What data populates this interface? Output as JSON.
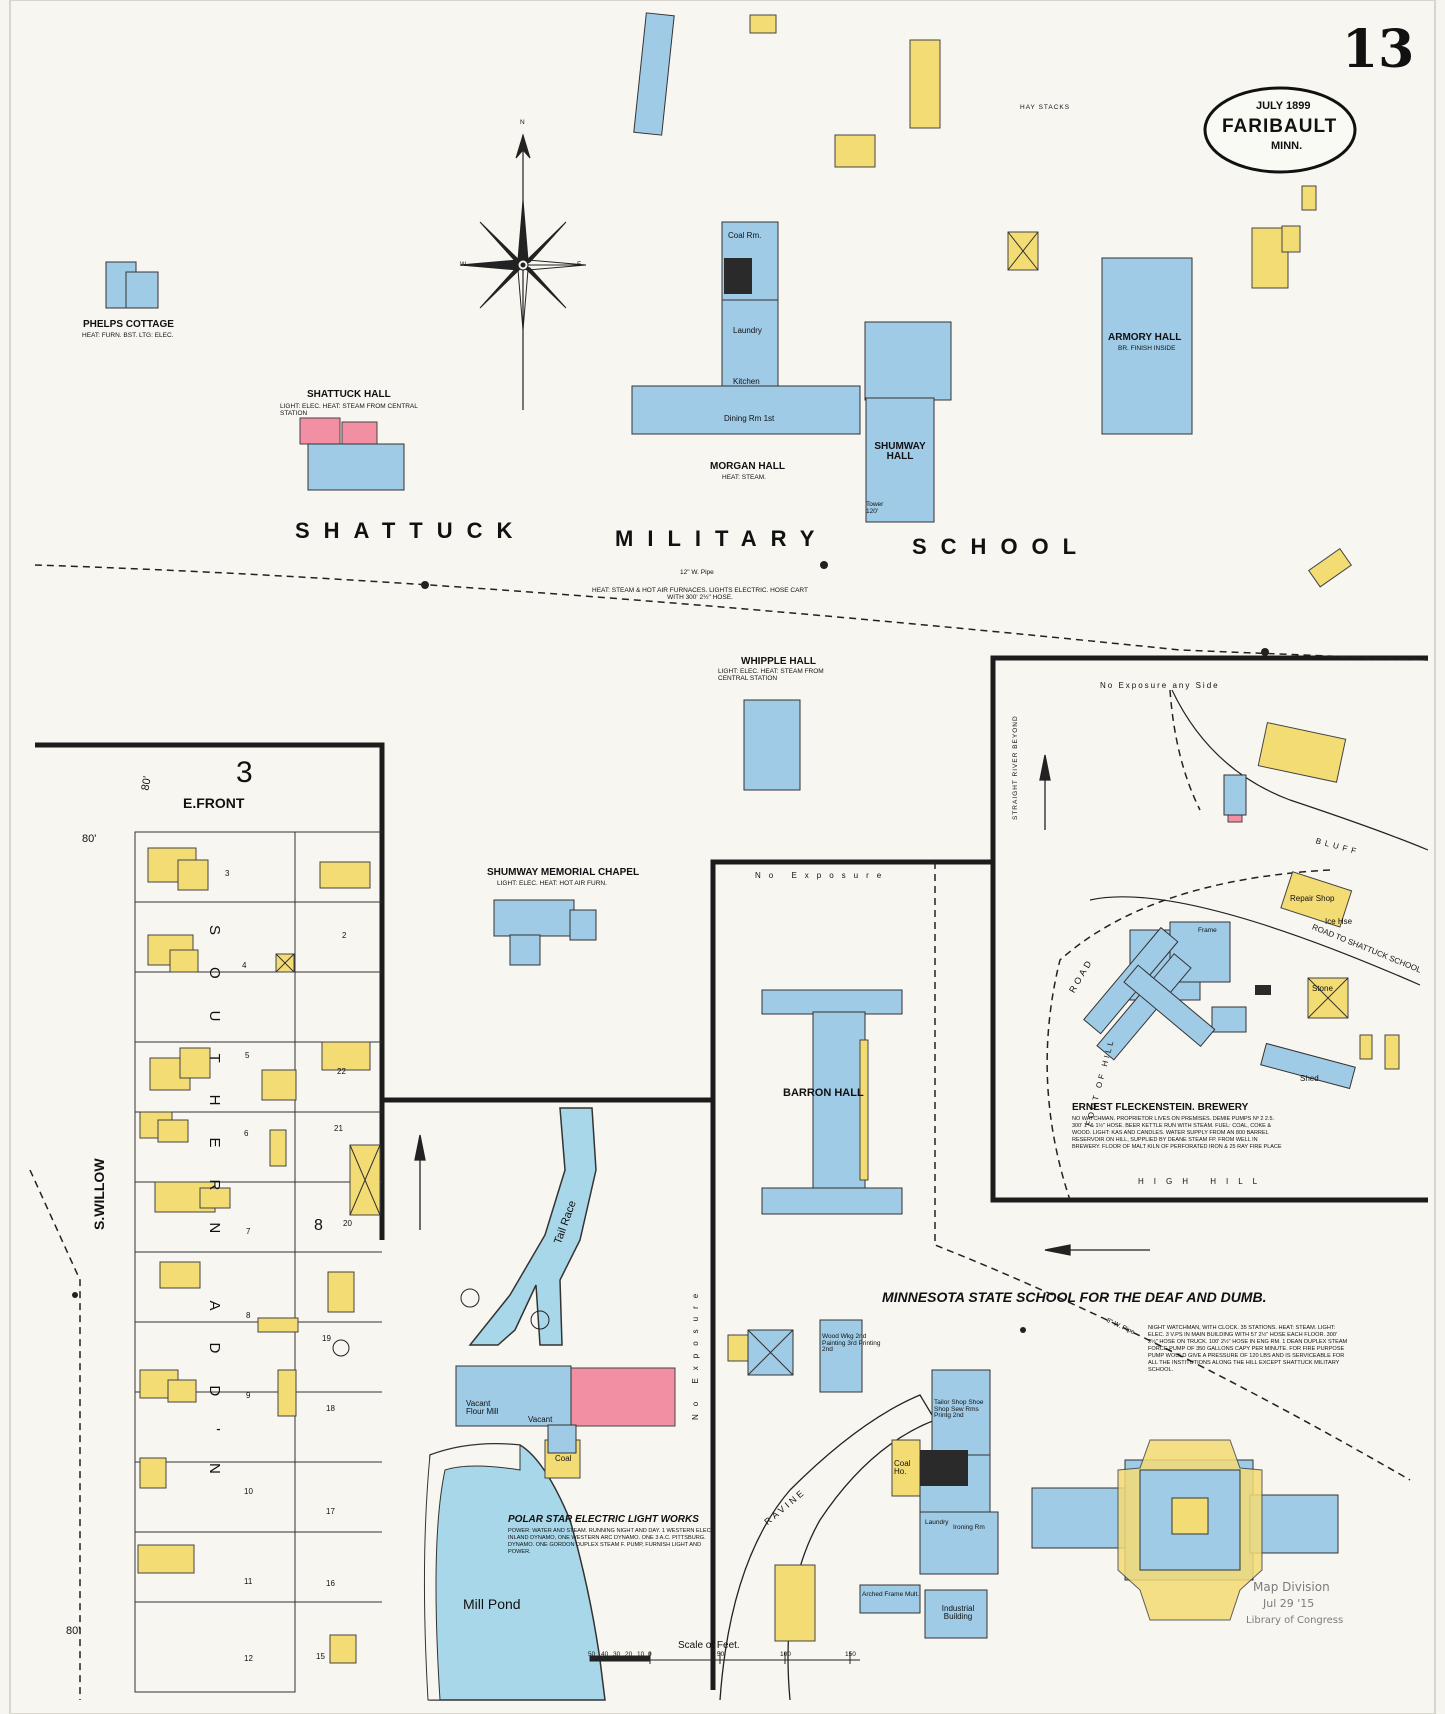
{
  "sheet": {
    "number": "13",
    "cartouche": {
      "date": "JULY 1899",
      "city": "FARIBAULT",
      "state": "MINN."
    },
    "stamp": {
      "line1": "Map Division",
      "line2": "Jul 29 '15",
      "line3": "Library of Congress"
    }
  },
  "school_title": [
    "SHATTUCK",
    "MILITARY",
    "SCHOOL"
  ],
  "buildings": {
    "phelps": {
      "name": "PHELPS COTTAGE",
      "note": "HEAT: FURN. BST. LTG: ELEC."
    },
    "shattuck": {
      "name": "SHATTUCK HALL",
      "note": "LIGHT: ELEC. HEAT: STEAM FROM CENTRAL STATION"
    },
    "morgan": {
      "name": "MORGAN HALL",
      "note": "HEAT: STEAM.",
      "rooms": [
        "Coal Rm.",
        "Laundry",
        "Kitchen",
        "Dining Rm 1st"
      ]
    },
    "shumway_hall": {
      "name": "SHUMWAY HALL",
      "tower": "Tower 120'"
    },
    "armory": {
      "name": "ARMORY HALL",
      "note": "BR. FINISH INSIDE"
    },
    "whipple": {
      "name": "WHIPPLE HALL",
      "note": "LIGHT: ELEC. HEAT: STEAM FROM CENTRAL STATION"
    },
    "chapel": {
      "name": "SHUMWAY MEMORIAL CHAPEL",
      "note": "LIGHT: ELEC. HEAT: HOT AIR FURN."
    },
    "barron": {
      "name": "BARRON HALL"
    },
    "brewery": {
      "name": "ERNEST FLECKENSTEIN. BREWERY",
      "note": "NO WATCHMAN. PROPRIETOR LIVES ON PREMISES. DEMIE PUMPS Nº 2 2.5. 300' 1\" & 1½\" HOSE. BEER KETTLE RUN WITH STEAM. FUEL: COAL, COKE & WOOD. LIGHT: KAS AND CANDLES. WATER SUPPLY FROM AN 800 BARREL RESERVOIR ON HILL, SUPPLIED BY DEANE STEAM FP. FROM WELL IN BREWERY. FLOOR OF MALT KILN OF PERFORATED IRON & 25 RAY FIRE PLACE",
      "labels": [
        "Repair Shop",
        "Ice Hse",
        "Stone",
        "Shed",
        "Frame"
      ]
    },
    "state_school": {
      "name": "MINNESOTA STATE SCHOOL FOR THE DEAF AND DUMB.",
      "note": "NIGHT WATCHMAN, WITH CLOCK. 35 STATIONS. HEAT: STEAM. LIGHT: ELEC. 3 V.PS IN MAIN BUILDING WITH 57 2½\" HOSE EACH FLOOR. 300' 2½\" HOSE ON TRUCK. 100' 2½\" HOSE IN ENG RM. 1 DEAN DUPLEX STEAM FORCE PUMP OF 350 GALLONS CAPY PER MINUTE. FOR FIRE PURPOSE PUMP WOULD GIVE A PRESSURE OF 120 LBS AND IS SERVICEABLE FOR ALL THE INSTITUTIONS ALONG THE HILL EXCEPT SHATTUCK MILITARY SCHOOL.",
      "labels": [
        "Coal Ho.",
        "Industrial Building",
        "Arched Frame Mult.",
        "Wood Wkg 2nd Painting 3rd Printing 2nd",
        "Tailor Shop Shoe Shop Sew Rms Printg 2nd",
        "Ironing Rm",
        "Laundry"
      ]
    },
    "polar_star": {
      "name": "POLAR STAR ELECTRIC LIGHT WORKS",
      "note": "POWER: WATER AND STEAM. RUNNING NIGHT AND DAY. 1 WESTERN ELEC. INLAND DYNAMO, ONE WESTERN ARC DYNAMO. ONE 3 A.C. PITTSBURG. DYNAMO. ONE GORDON DUPLEX STEAM F. PUMP, FURNISH LIGHT AND POWER.",
      "labels": [
        "Vacant Flour Mill",
        "Vacant",
        "Coal"
      ]
    }
  },
  "streets": {
    "e_front": "E.FRONT",
    "s_willow": "S.WILLOW",
    "addition": "SOUTHERN ADD'N",
    "road_shattuck": "ROAD TO SHATTUCK SCHOOL",
    "road": "ROAD",
    "foot_hill": "FOOT OF HILL",
    "high_hill": "HIGH HILL",
    "bluff": "BLUFF",
    "straight_river": "STRAIGHT RIVER BEYOND"
  },
  "water": {
    "tail_race": "Tail Race",
    "mill_pond": "Mill Pond",
    "ravine": "RAVINE"
  },
  "blocks": {
    "block3": "3",
    "block8": "8"
  },
  "lot_numbers": [
    "3",
    "4",
    "5",
    "6",
    "7",
    "8",
    "9",
    "10",
    "11",
    "12",
    "2",
    "22",
    "21",
    "20",
    "19",
    "18",
    "17",
    "16",
    "15"
  ],
  "street_widths": [
    "80'",
    "80'",
    "80'"
  ],
  "exposures": [
    "No Exposure any Side",
    "No Exposure",
    "No Exposure"
  ],
  "pipe_notes": {
    "main_pipe": "12\" W. Pipe",
    "heat_note": "HEAT: STEAM & HOT AIR FURNACES. LIGHTS ELECTRIC. HOSE CART WITH 300' 2½\" HOSE.",
    "pipe_8": "8\" W. Pipe",
    "hay_stacks": "HAY STACKS"
  },
  "scale": {
    "label": "Scale of Feet.",
    "ticks": [
      "50",
      "40",
      "30",
      "20",
      "10",
      "0",
      "50",
      "100",
      "150"
    ]
  },
  "compass": {
    "n": "N",
    "e": "E",
    "w": "W"
  },
  "colors": {
    "brick": "#f28fa3",
    "frame": "#f4dc75",
    "stone_brick_fireproof": "#9fcbe6",
    "water": "#a9d7ea",
    "ink": "#1c1c1c",
    "paper": "#f6f5f0"
  }
}
